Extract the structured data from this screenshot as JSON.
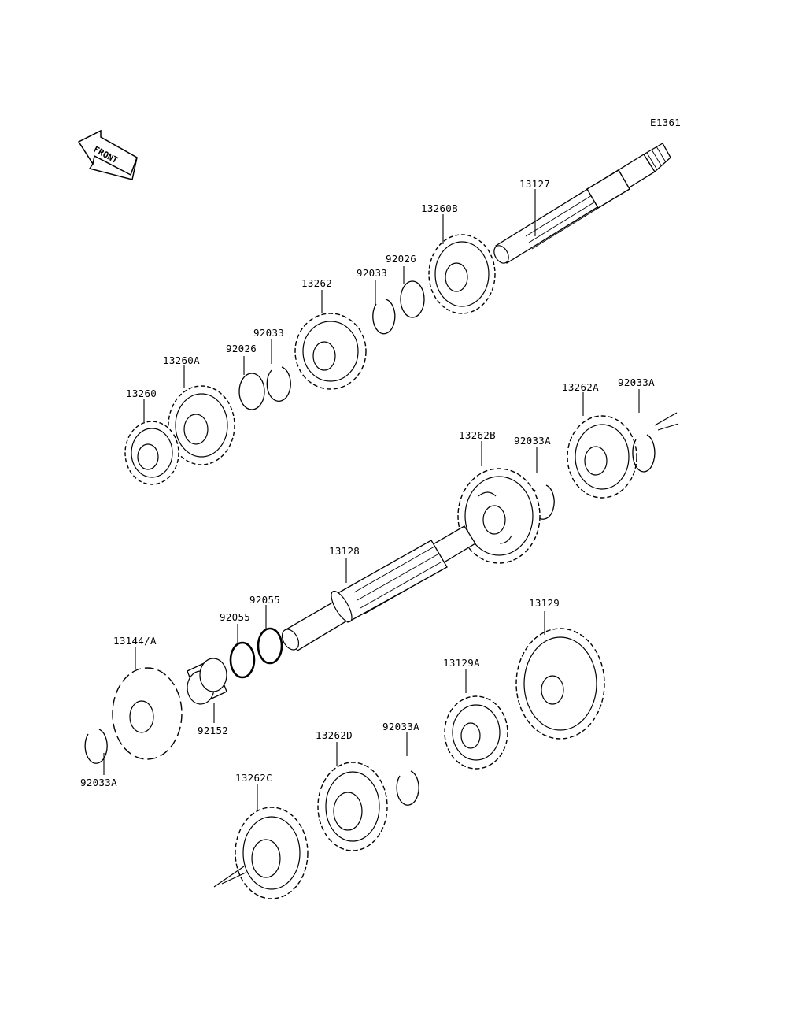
{
  "diagram_code": "E1361",
  "front_label": "FRONT",
  "parts": {
    "p13127": "13127",
    "p13260B": "13260B",
    "p92026_top": "92026",
    "p92033_top": "92033",
    "p13262": "13262",
    "p92033_mid": "92033",
    "p92026_mid": "92026",
    "p13260A": "13260A",
    "p13260": "13260",
    "p13262A": "13262A",
    "p92033A_r1": "92033A",
    "p13262B": "13262B",
    "p92033A_r2": "92033A",
    "p13128": "13128",
    "p92055_a": "92055",
    "p92055_b": "92055",
    "p13144A": "13144/A",
    "p92152": "92152",
    "p92033A_left": "92033A",
    "p13129": "13129",
    "p13129A": "13129A",
    "p92033A_mid": "92033A",
    "p13262D": "13262D",
    "p13262C": "13262C"
  }
}
